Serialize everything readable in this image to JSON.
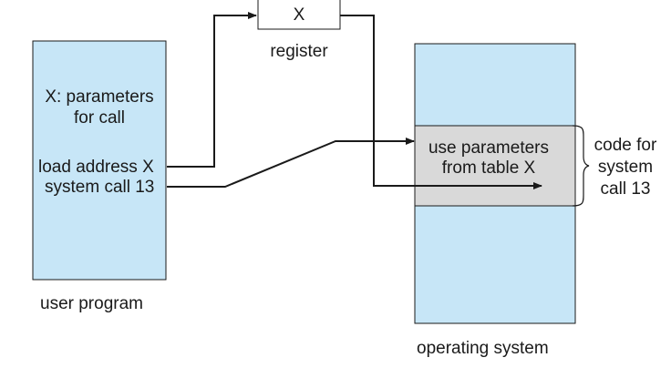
{
  "register": {
    "value": "X",
    "caption": "register"
  },
  "user_program": {
    "param_line1": "X: parameters",
    "param_line2": "for call",
    "load_line": "load address X",
    "syscall_line": "system call 13",
    "caption": "user program"
  },
  "operating_system": {
    "code_line1": "use parameters",
    "code_line2": "from table X",
    "caption": "operating system"
  },
  "brace_note": {
    "line1": "code for",
    "line2": "system",
    "line3": "call 13"
  },
  "colors": {
    "box_fill": "#c7e6f7",
    "highlight_fill": "#d9d9d9",
    "stroke": "#1a1a1a"
  }
}
